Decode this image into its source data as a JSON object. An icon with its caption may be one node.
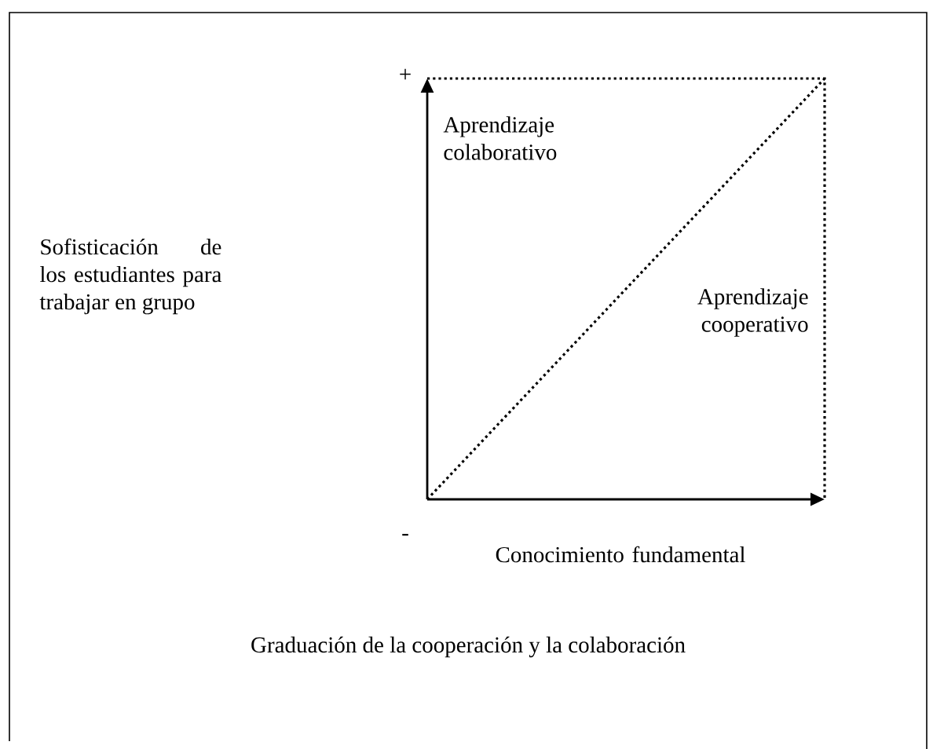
{
  "diagram": {
    "caption": "Graduación de la cooperación y la colaboración",
    "labels": [
      "+",
      "Aprendizaje colaborativo",
      "Sofisticación de los estudiantes para trabajar en grupo",
      "Aprendizaje cooperativo",
      "-",
      "Conocimiento fundamental"
    ]
  }
}
